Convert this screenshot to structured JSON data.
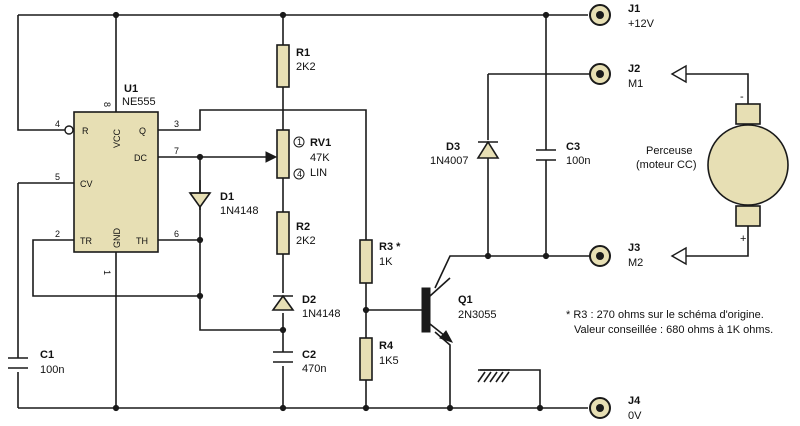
{
  "u1": {
    "ref": "U1",
    "part": "NE555",
    "pin_labels": {
      "r": "R",
      "vcc": "VCC",
      "q": "Q",
      "dc": "DC",
      "cv": "CV",
      "tr": "TR",
      "gnd": "GND",
      "th": "TH"
    },
    "pin_numbers": {
      "p4": "4",
      "p8": "8",
      "p3": "3",
      "p7": "7",
      "p5": "5",
      "p2": "2",
      "p6": "6",
      "p1": "1"
    }
  },
  "r1": {
    "ref": "R1",
    "value": "2K2"
  },
  "rv1": {
    "ref": "RV1",
    "value": "47K",
    "extra": "LIN",
    "mark_top": "1",
    "mark_bottom": "4"
  },
  "r2": {
    "ref": "R2",
    "value": "2K2"
  },
  "d1": {
    "ref": "D1",
    "value": "1N4148"
  },
  "d2": {
    "ref": "D2",
    "value": "1N4148"
  },
  "c1": {
    "ref": "C1",
    "value": "100n"
  },
  "c2": {
    "ref": "C2",
    "value": "470n"
  },
  "r3": {
    "ref": "R3 *",
    "value": "1K"
  },
  "r4": {
    "ref": "R4",
    "value": "1K5"
  },
  "q1": {
    "ref": "Q1",
    "value": "2N3055"
  },
  "d3": {
    "ref": "D3",
    "value": "1N4007"
  },
  "c3": {
    "ref": "C3",
    "value": "100n"
  },
  "j1": {
    "ref": "J1",
    "value": "+12V"
  },
  "j2": {
    "ref": "J2",
    "value": "M1"
  },
  "j3": {
    "ref": "J3",
    "value": "M2"
  },
  "j4": {
    "ref": "J4",
    "value": "0V"
  },
  "motor": {
    "line1": "Perceuse",
    "line2": "(moteur CC)",
    "minus": "-",
    "plus": "+"
  },
  "note": {
    "line1": "* R3 : 270 ohms sur le schéma d'origine.",
    "line2": "Valeur conseillée : 680 ohms à 1K ohms."
  }
}
